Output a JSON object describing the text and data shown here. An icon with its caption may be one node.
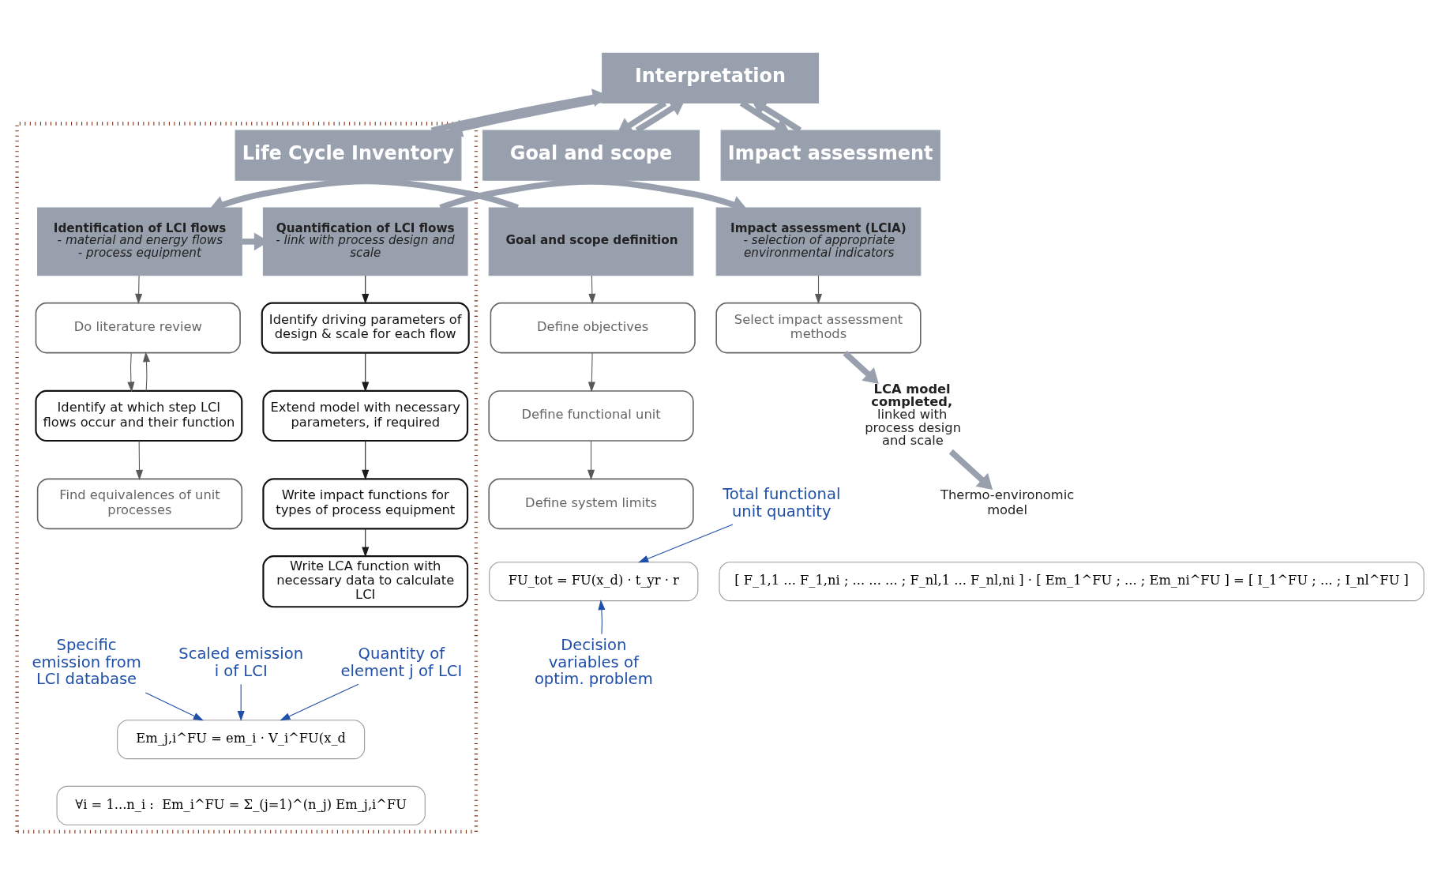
{
  "diagram": {
    "nodes": [
      {
        "text": [
          "Interpretation"
        ]
      },
      {
        "text": [],
        "shape": "box"
      },
      {
        "text": [
          "Goal and scope"
        ]
      },
      {
        "text": [
          "Life Cycle Inventory"
        ],
        "in": 1
      },
      {
        "text": [
          "Impact assessment"
        ]
      },
      {
        "text": [
          "Goal and scope definition"
        ]
      },
      {
        "text": [
          "Identification of LCI flows",
          "- material and energy flows",
          "- process equipment"
        ],
        "in": 1
      },
      {
        "text": [
          "Quantification of LCI flows",
          "- link with process design and scale"
        ],
        "in": 1
      },
      {
        "text": [
          "Impact assessment (LCIA)",
          "- selection of appropriate environmental indicators"
        ]
      },
      {
        "text": [
          "Define objectives"
        ]
      },
      {
        "text": [
          "Define functional unit"
        ]
      },
      {
        "text": [
          "Define system limits"
        ]
      },
      {
        "text": [
          "Do literature review"
        ],
        "in": 1
      },
      {
        "text": [
          "Identify at which step LCI flows occur and their function"
        ],
        "in": 1
      },
      {
        "text": [
          "Find equivalences of unit processes"
        ],
        "in": 1
      },
      {
        "text": [
          "Identify driving parameters of design & scale for each flow"
        ],
        "in": 1
      },
      {
        "text": [
          "Extend model with necessary parameters, if required"
        ],
        "in": 1
      },
      {
        "text": [
          "Write impact functions for types of process equipment"
        ],
        "in": 1
      },
      {
        "text": [
          "Write LCA function with necessary data to calculate LCI"
        ],
        "in": 1
      },
      {
        "text": [
          "Select impact assessment methods"
        ]
      },
      {
        "text": [
          "LCA model completed,",
          "linked with process design and scale"
        ]
      },
      {
        "text": [
          "Thermo-environomic model"
        ]
      },
      {
        "text": [
          "Total functional unit quantity"
        ]
      },
      {
        "text": [
          "FU_tot = FU(x_d) · t_yr · r"
        ]
      },
      {
        "text": [
          "Decision variables of optim. problem"
        ]
      },
      {
        "text": [
          "Specific emission from LCI database"
        ],
        "in": 1
      },
      {
        "text": [
          "Scaled emission i of LCI"
        ],
        "in": 1
      },
      {
        "text": [
          "Quantity of element j of LCI"
        ],
        "in": 1
      },
      {
        "text": [
          "Em_j,i^FU = em_i · V_i^FU(x_d"
        ],
        "in": 1
      },
      {
        "text": [
          "∀i = 1...n_i :  Em_i^FU = Σ_(j=1)^(n_j) Em_j,i^FU"
        ],
        "in": 1
      },
      {
        "text": [
          "[ F_1,1 ... F_1,ni ; ... ... ... ; F_nl,1 ... F_nl,ni ] · [ Em_1^FU ; ... ; Em_ni^FU ] = [ I_1^FU ; ... ; I_nl^FU ]"
        ]
      }
    ],
    "edges": [
      {
        "from": 2,
        "to": 0,
        "arrow": "to",
        "style": "thick",
        "color": "#98a0ae"
      },
      {
        "from": 0,
        "to": 2,
        "arrow": "to",
        "style": "thick",
        "color": "#98a0ae"
      },
      {
        "from": 3,
        "to": 0,
        "arrow": "to",
        "style": "thick",
        "color": "#98a0ae"
      },
      {
        "from": 0,
        "to": 3,
        "arrow": "to",
        "style": "thick",
        "color": "#98a0ae"
      },
      {
        "from": 4,
        "to": 0,
        "arrow": "to",
        "style": "thick",
        "color": "#98a0ae"
      },
      {
        "from": 0,
        "to": 4,
        "arrow": "to",
        "style": "thick",
        "color": "#98a0ae"
      },
      {
        "from": 5,
        "to": 6,
        "arrow": "to",
        "style": "thick",
        "color": "#98a0ae"
      },
      {
        "from": 6,
        "to": 7,
        "arrow": "to",
        "style": "thick",
        "color": "#98a0ae"
      },
      {
        "from": 7,
        "to": 8,
        "arrow": "to",
        "style": "thick",
        "color": "#98a0ae"
      },
      {
        "from": 5,
        "to": 9,
        "arrow": "to"
      },
      {
        "from": 9,
        "to": 10,
        "arrow": "to"
      },
      {
        "from": 10,
        "to": 11,
        "arrow": "to"
      },
      {
        "from": 6,
        "to": 12,
        "arrow": "to"
      },
      {
        "from": 12,
        "to": 13,
        "arrow": "to"
      },
      {
        "from": 13,
        "to": 12,
        "arrow": "to"
      },
      {
        "from": 13,
        "to": 14,
        "arrow": "to"
      },
      {
        "from": 7,
        "to": 15,
        "arrow": "to",
        "color": "#1a1a1a"
      },
      {
        "from": 15,
        "to": 16,
        "arrow": "to",
        "color": "#1a1a1a"
      },
      {
        "from": 16,
        "to": 17,
        "arrow": "to",
        "color": "#1a1a1a"
      },
      {
        "from": 17,
        "to": 18,
        "arrow": "to",
        "color": "#1a1a1a"
      },
      {
        "from": 8,
        "to": 19,
        "arrow": "to"
      },
      {
        "from": 19,
        "to": 20,
        "arrow": "to",
        "style": "thick",
        "color": "#98a0ae"
      },
      {
        "from": 20,
        "to": 21,
        "arrow": "to",
        "style": "thick",
        "color": "#98a0ae"
      },
      {
        "from": 22,
        "to": 23,
        "arrow": "to",
        "color": "#1f4fa8"
      },
      {
        "from": 24,
        "to": 23,
        "arrow": "to",
        "color": "#1f4fa8"
      },
      {
        "from": 25,
        "to": 28,
        "arrow": "to",
        "color": "#1f4fa8"
      },
      {
        "from": 26,
        "to": 28,
        "arrow": "to",
        "color": "#1f4fa8"
      },
      {
        "from": 27,
        "to": 28,
        "arrow": "to",
        "color": "#1f4fa8"
      }
    ]
  }
}
